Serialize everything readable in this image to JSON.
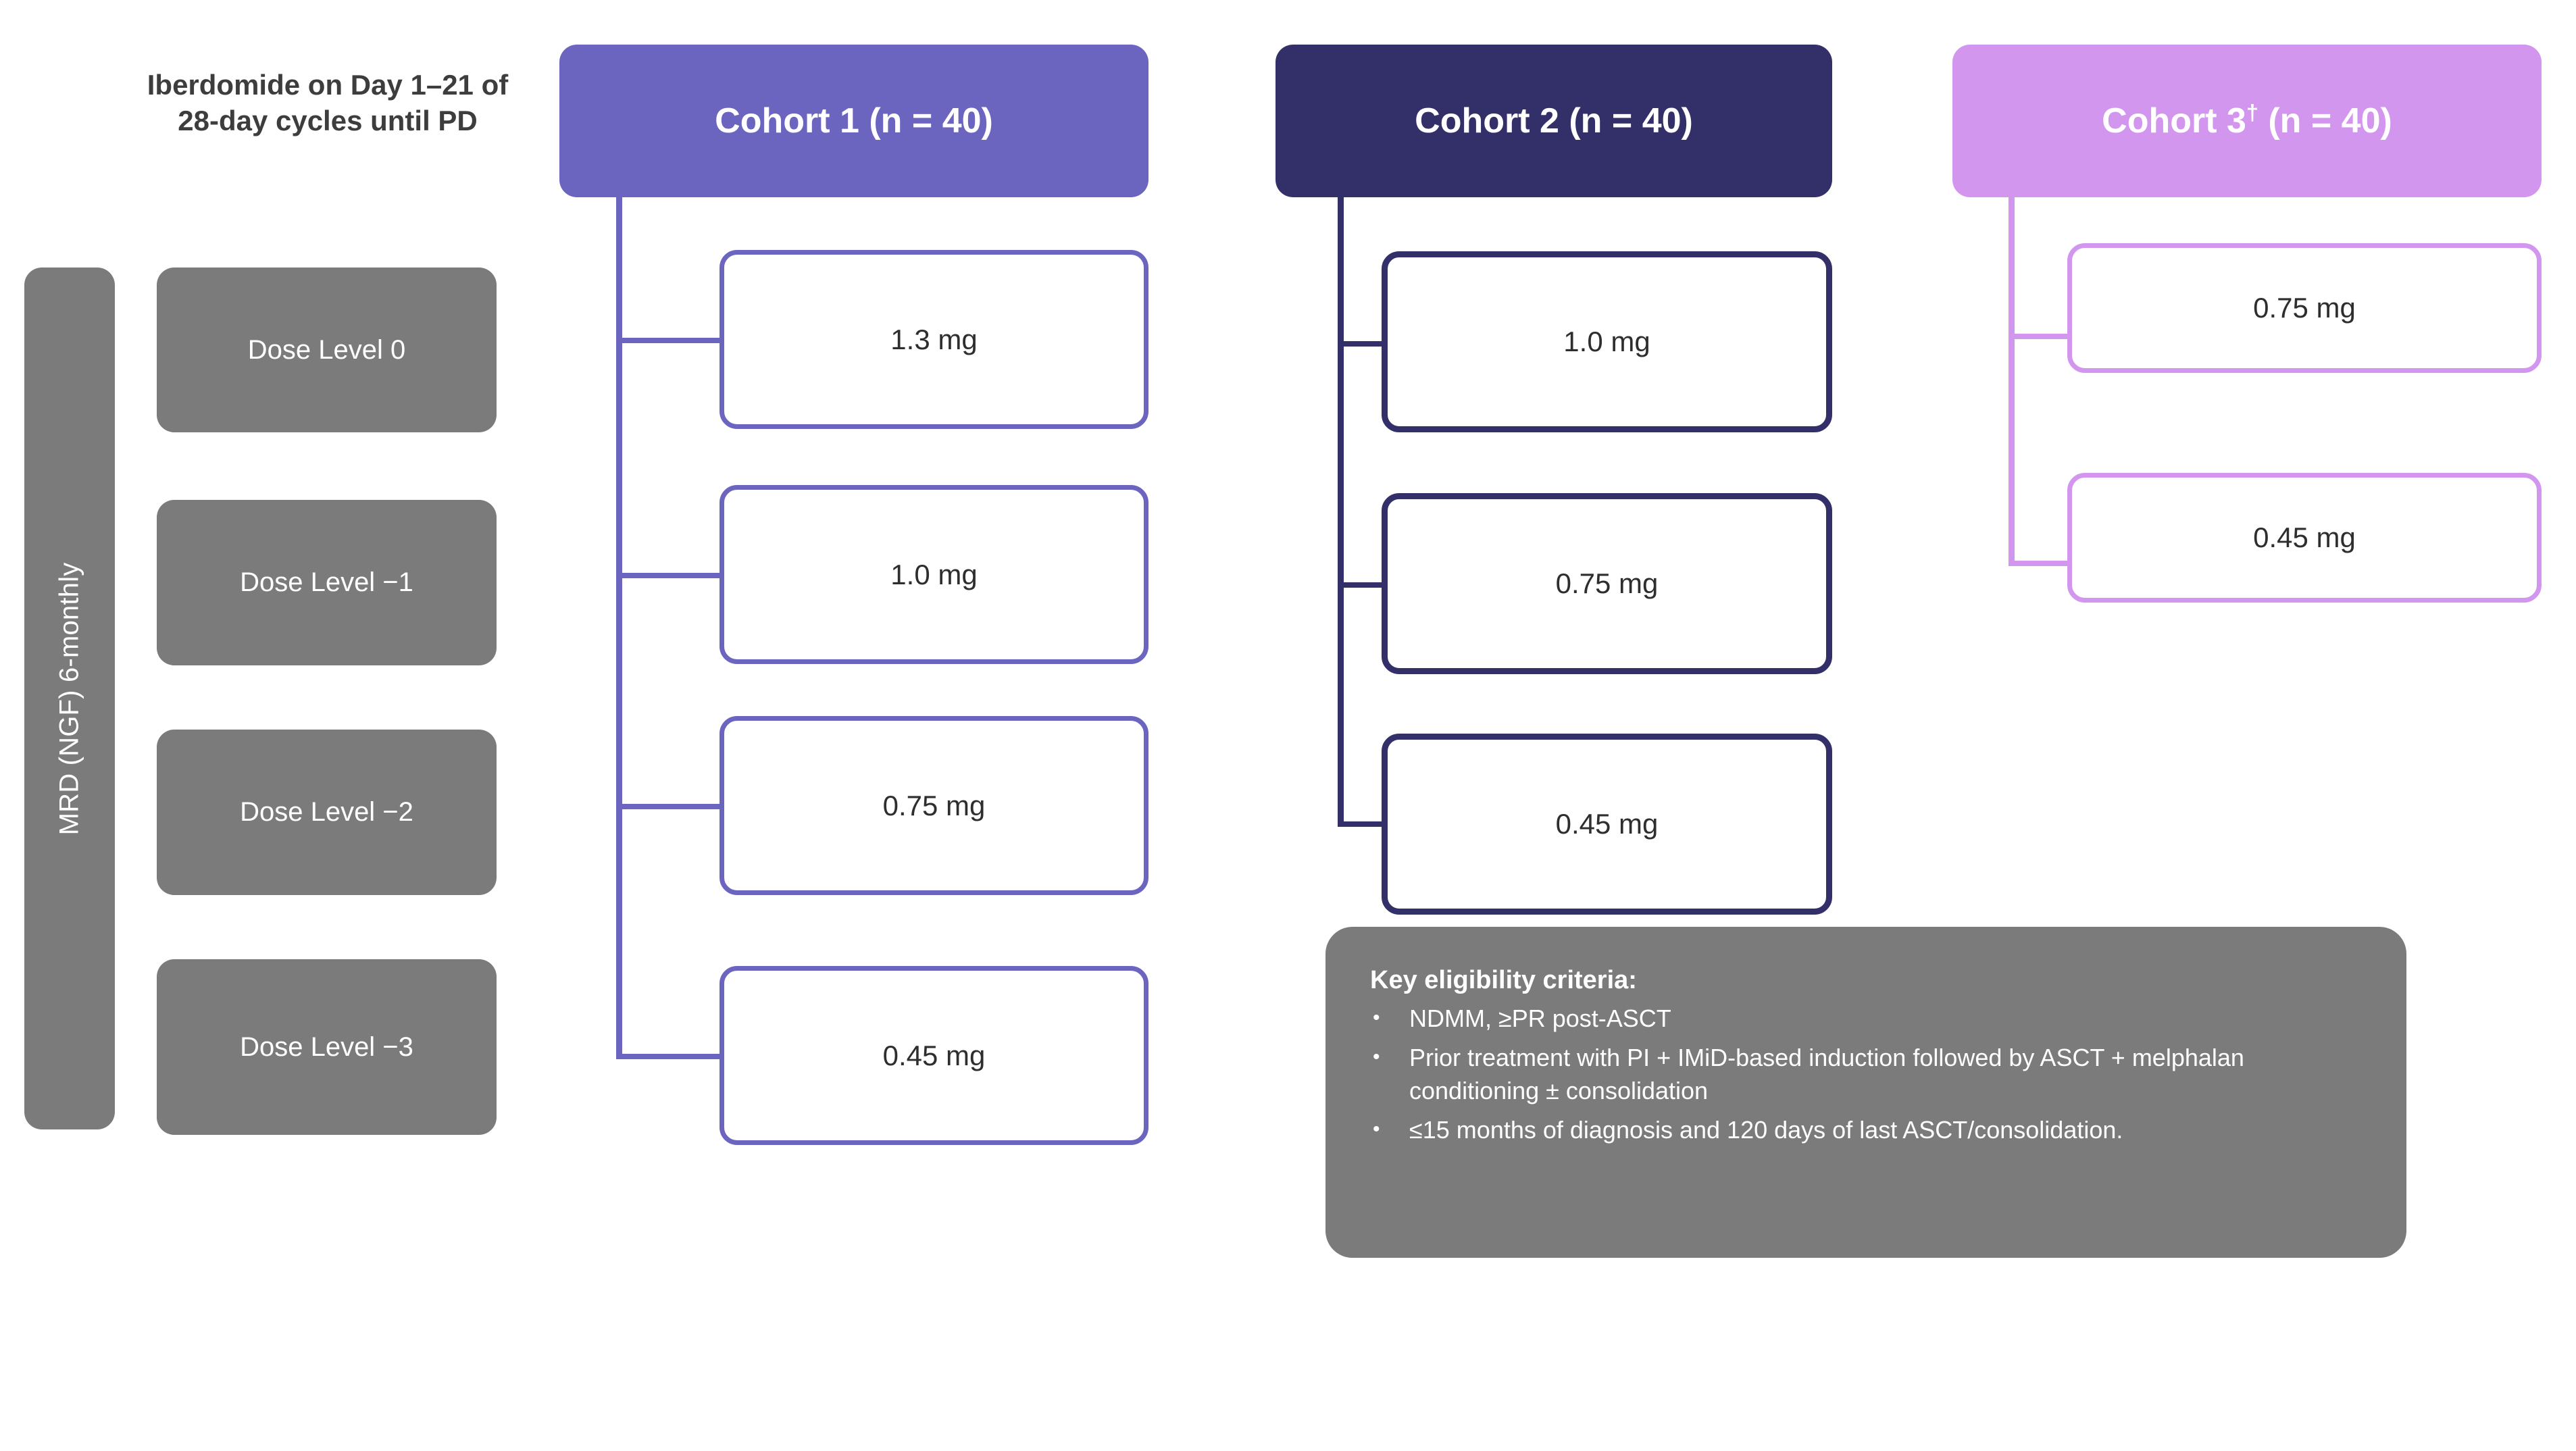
{
  "left_panel": {
    "mrd_bar_label": "MRD (NGF) 6-monthly",
    "iberdomide_caption": "Iberdomide on Day 1–21 of 28-day cycles until PD",
    "dose_levels": [
      {
        "label": "Dose Level 0"
      },
      {
        "label": "Dose Level −1"
      },
      {
        "label": "Dose Level −2"
      },
      {
        "label": "Dose Level −3"
      }
    ]
  },
  "cohorts": [
    {
      "id": "cohort-1",
      "title": "Cohort 1 (n = 40)",
      "dagger": "",
      "color": "#6b65c0",
      "doses": [
        {
          "label": "1.3 mg"
        },
        {
          "label": "1.0 mg"
        },
        {
          "label": "0.75 mg"
        },
        {
          "label": "0.45 mg"
        }
      ]
    },
    {
      "id": "cohort-2",
      "title": "Cohort 2 (n = 40)",
      "dagger": "",
      "color": "#332f68",
      "doses": [
        {
          "label": "1.0 mg"
        },
        {
          "label": "0.75 mg"
        },
        {
          "label": "0.45 mg"
        }
      ]
    },
    {
      "id": "cohort-3",
      "title_prefix": "Cohort 3",
      "dagger": "†",
      "title_suffix": " (n = 40)",
      "color": "#d396ee",
      "doses": [
        {
          "label": "0.75 mg"
        },
        {
          "label": "0.45 mg"
        }
      ]
    }
  ],
  "eligibility": {
    "title": "Key eligibility criteria:",
    "bullet_glyph": "•",
    "items": [
      "NDMM, ≥PR post-ASCT",
      "Prior treatment with PI + IMiD-based induction followed by ASCT + melphalan conditioning ± consolidation",
      "≤15 months of diagnosis and 120 days of last ASCT/consolidation."
    ]
  }
}
